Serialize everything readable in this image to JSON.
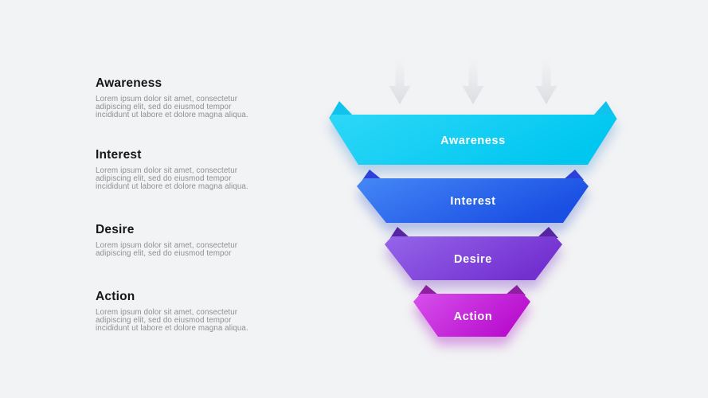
{
  "page": {
    "background": "#f2f3f4"
  },
  "stages": [
    {
      "title": "Awareness",
      "label": "Awareness",
      "description_lines": [
        "Lorem ipsum dolor sit amet, consectetur",
        "adipiscing elit, sed do eiusmod tempor",
        "incididunt ut labore et dolore magna aliqua."
      ],
      "colors": {
        "gradient_start": "#2ed7f7",
        "gradient_end": "#00c7f0",
        "flap": "#0fc3ec"
      }
    },
    {
      "title": "Interest",
      "label": "Interest",
      "description_lines": [
        "Lorem ipsum dolor sit amet, consectetur",
        "adipiscing elit, sed do eiusmod tempor",
        "incididunt ut labore et dolore magna aliqua."
      ],
      "colors": {
        "gradient_start": "#4587f6",
        "gradient_end": "#1a4fe3",
        "flap": "#2b41da"
      }
    },
    {
      "title": "Desire",
      "label": "Desire",
      "description_lines": [
        "Lorem ipsum dolor sit amet, consectetur",
        "adipiscing elit, sed do eiusmod tempor"
      ],
      "colors": {
        "gradient_start": "#9565ea",
        "gradient_end": "#7330d0",
        "flap": "#5626a2"
      }
    },
    {
      "title": "Action",
      "label": "Action",
      "description_lines": [
        "Lorem ipsum dolor sit amet, consectetur",
        "adipiscing elit, sed do eiusmod tempor",
        "incididunt ut labore et dolore magna aliqua."
      ],
      "colors": {
        "gradient_start": "#d650ec",
        "gradient_end": "#b90fce",
        "flap": "#8e1f9f"
      }
    }
  ],
  "decorations": {
    "top_arrows": {
      "count": 3,
      "color": "#dcdce2"
    }
  }
}
